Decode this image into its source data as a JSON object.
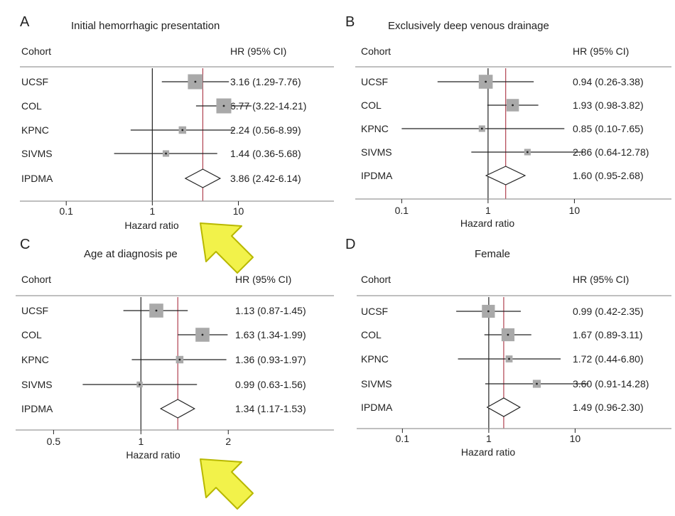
{
  "colors": {
    "marker": "#a9a9a9",
    "ref_line": "#b04050",
    "axis": "#222222",
    "header_line": "#999999",
    "arrow_fill": "#f2f24a",
    "arrow_stroke": "#b8b800"
  },
  "chart_data": [
    {
      "panel": "A",
      "title": "Initial hemorrhagic presentation",
      "type": "forest",
      "scale": "log",
      "col_cohort": "Cohort",
      "col_hr": "HR (95% CI)",
      "xlabel": "Hazard ratio",
      "xlim": [
        0.04,
        20
      ],
      "ticks": [
        0.1,
        1,
        10
      ],
      "tick_labels": [
        "0.1",
        "1",
        "10"
      ],
      "rows": [
        {
          "label": "UCSF",
          "hr": 3.16,
          "lo": 1.29,
          "hi": 7.76,
          "text": "3.16 (1.29-7.76)",
          "weight": 3
        },
        {
          "label": "COL",
          "hr": 6.77,
          "lo": 3.22,
          "hi": 14.21,
          "text": "6.77 (3.22-14.21)",
          "weight": 3
        },
        {
          "label": "KPNC",
          "hr": 2.24,
          "lo": 0.56,
          "hi": 8.99,
          "text": "2.24 (0.56-8.99)",
          "weight": 1.5
        },
        {
          "label": "SIVMS",
          "hr": 1.44,
          "lo": 0.36,
          "hi": 5.68,
          "text": "1.44 (0.36-5.68)",
          "weight": 1.3
        }
      ],
      "pooled": {
        "label": "IPDMA",
        "hr": 3.86,
        "lo": 2.42,
        "hi": 6.14,
        "text": "3.86 (2.42-6.14)"
      }
    },
    {
      "panel": "B",
      "title": "Exclusively deep venous drainage",
      "type": "forest",
      "scale": "log",
      "col_cohort": "Cohort",
      "col_hr": "HR (95% CI)",
      "xlabel": "Hazard ratio",
      "xlim": [
        0.04,
        20
      ],
      "ticks": [
        0.1,
        1,
        10
      ],
      "tick_labels": [
        "0.1",
        "1",
        "10"
      ],
      "rows": [
        {
          "label": "UCSF",
          "hr": 0.94,
          "lo": 0.26,
          "hi": 3.38,
          "text": "0.94 (0.26-3.38)",
          "weight": 2.8
        },
        {
          "label": "COL",
          "hr": 1.93,
          "lo": 0.98,
          "hi": 3.82,
          "text": "1.93 (0.98-3.82)",
          "weight": 2.5
        },
        {
          "label": "KPNC",
          "hr": 0.85,
          "lo": 0.1,
          "hi": 7.65,
          "text": "0.85 (0.10-7.65)",
          "weight": 1.3
        },
        {
          "label": "SIVMS",
          "hr": 2.86,
          "lo": 0.64,
          "hi": 12.78,
          "text": "2.86 (0.64-12.78)",
          "weight": 1.3
        }
      ],
      "pooled": {
        "label": "IPDMA",
        "hr": 1.6,
        "lo": 0.95,
        "hi": 2.68,
        "text": "1.60 (0.95-2.68)"
      }
    },
    {
      "panel": "C",
      "title": "Age at diagnosis pe",
      "type": "forest",
      "scale": "log",
      "col_cohort": "Cohort",
      "col_hr": "HR (95% CI)",
      "xlabel": "Hazard ratio",
      "xlim": [
        0.37,
        3.1
      ],
      "ticks": [
        0.5,
        1,
        2
      ],
      "tick_labels": [
        "0.5",
        "1",
        "2"
      ],
      "rows": [
        {
          "label": "UCSF",
          "hr": 1.13,
          "lo": 0.87,
          "hi": 1.45,
          "text": "1.13 (0.87-1.45)",
          "weight": 2.8
        },
        {
          "label": "COL",
          "hr": 1.63,
          "lo": 1.34,
          "hi": 1.99,
          "text": "1.63 (1.34-1.99)",
          "weight": 2.8
        },
        {
          "label": "KPNC",
          "hr": 1.36,
          "lo": 0.93,
          "hi": 1.97,
          "text": "1.36 (0.93-1.97)",
          "weight": 1.5
        },
        {
          "label": "SIVMS",
          "hr": 0.99,
          "lo": 0.63,
          "hi": 1.56,
          "text": "0.99 (0.63-1.56)",
          "weight": 1.2
        }
      ],
      "pooled": {
        "label": "IPDMA",
        "hr": 1.34,
        "lo": 1.17,
        "hi": 1.53,
        "text": "1.34 (1.17-1.53)"
      }
    },
    {
      "panel": "D",
      "title": "Female",
      "type": "forest",
      "scale": "log",
      "col_cohort": "Cohort",
      "col_hr": "HR (95% CI)",
      "xlabel": "Hazard ratio",
      "xlim": [
        0.04,
        20
      ],
      "ticks": [
        0.1,
        1,
        10
      ],
      "tick_labels": [
        "0.1",
        "1",
        "10"
      ],
      "rows": [
        {
          "label": "UCSF",
          "hr": 0.99,
          "lo": 0.42,
          "hi": 2.35,
          "text": "0.99 (0.42-2.35)",
          "weight": 2.6
        },
        {
          "label": "COL",
          "hr": 1.67,
          "lo": 0.89,
          "hi": 3.11,
          "text": "1.67 (0.89-3.11)",
          "weight": 2.6
        },
        {
          "label": "KPNC",
          "hr": 1.72,
          "lo": 0.44,
          "hi": 6.8,
          "text": "1.72 (0.44-6.80)",
          "weight": 1.4
        },
        {
          "label": "SIVMS",
          "hr": 3.6,
          "lo": 0.91,
          "hi": 14.28,
          "text": "3.60 (0.91-14.28)",
          "weight": 1.6
        }
      ],
      "pooled": {
        "label": "IPDMA",
        "hr": 1.49,
        "lo": 0.96,
        "hi": 2.3,
        "text": "1.49 (0.96-2.30)"
      }
    }
  ],
  "annotations": [
    {
      "type": "arrow-icon",
      "points_to": "A x-axis near pooled HR"
    },
    {
      "type": "arrow-icon",
      "points_to": "C x-axis near pooled HR"
    }
  ]
}
